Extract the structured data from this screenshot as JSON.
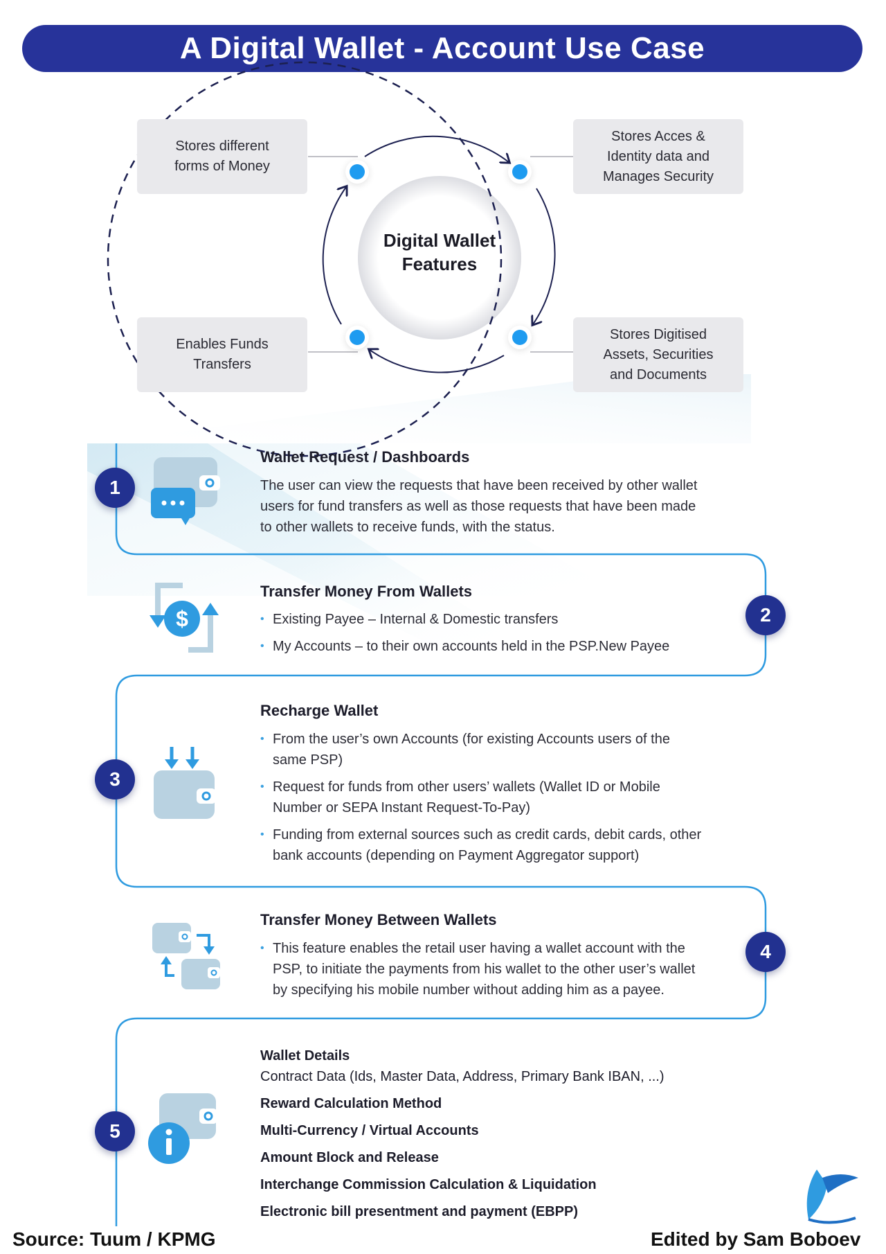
{
  "title": "A Digital Wallet - Account Use Case",
  "diagram": {
    "center_label": [
      "Digital Wallet",
      "Features"
    ],
    "features": [
      {
        "lines": [
          "Stores different",
          "forms of Money"
        ]
      },
      {
        "lines": [
          "Stores Acces &",
          "Identity data and",
          "Manages Security"
        ]
      },
      {
        "lines": [
          "Enables Funds",
          "Transfers"
        ]
      },
      {
        "lines": [
          "Stores Digitised",
          "Assets, Securities",
          "and Documents"
        ]
      }
    ]
  },
  "sections": [
    {
      "number": "1",
      "title": "Wallet Request / Dashboards",
      "lines": [
        "The user can view the requests that have been received by other wallet",
        "users for fund transfers as well as those requests that have been made",
        "to other wallets to receive funds, with the status."
      ],
      "icon": "wallet-chat-icon"
    },
    {
      "number": "2",
      "title": "Transfer Money From Wallets",
      "bullets": [
        [
          "Existing Payee – Internal & Domestic transfers"
        ],
        [
          "My Accounts – to their own accounts held in the PSP.New Payee"
        ]
      ],
      "icon": "dollar-transfer-icon"
    },
    {
      "number": "3",
      "title": "Recharge Wallet",
      "bullets": [
        [
          "From the user’s own Accounts (for existing Accounts users of the",
          "same PSP)"
        ],
        [
          "Request for funds from other users’ wallets (Wallet ID or Mobile",
          "Number or SEPA Instant Request-To-Pay)"
        ],
        [
          "Funding from external sources such as credit cards, debit cards, other",
          "bank accounts (depending on Payment Aggregator support)"
        ]
      ],
      "icon": "wallet-recharge-icon"
    },
    {
      "number": "4",
      "title": "Transfer Money Between Wallets",
      "bullets": [
        [
          "This feature enables the retail user having a wallet account with the",
          "PSP, to initiate the payments from his wallet to the other user’s wallet",
          "by specifying his mobile number without adding him as a payee."
        ]
      ],
      "icon": "wallet-exchange-icon"
    },
    {
      "number": "5",
      "icon": "wallet-info-icon",
      "details": [
        {
          "text": "Wallet Details",
          "bold": true
        },
        {
          "text": "Contract Data (Ids, Master Data, Address, Primary Bank IBAN, ...)",
          "bold": false
        },
        {
          "text": "Reward Calculation Method",
          "bold": true
        },
        {
          "text": "Multi-Currency / Virtual Accounts",
          "bold": true
        },
        {
          "text": "Amount Block and Release",
          "bold": true
        },
        {
          "text": "Interchange Commission Calculation & Liquidation",
          "bold": true
        },
        {
          "text": "Electronic bill presentment and payment (EBPP)",
          "bold": true
        }
      ]
    }
  ],
  "footer": {
    "source": "Source: Tuum / KPMG",
    "edited": "Edited by Sam Boboev",
    "logo": "fintech-wing-logo"
  },
  "colors": {
    "title_bg": "#27339a",
    "badge": "#223190",
    "dot": "#1e9bf0",
    "connector": "#2f9be0"
  }
}
